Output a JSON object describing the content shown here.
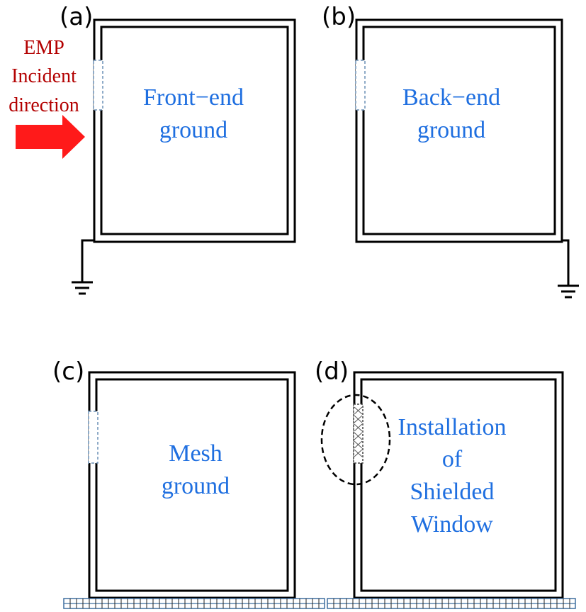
{
  "panels": {
    "a": {
      "label": "(a)",
      "text": [
        "Front−end",
        "ground"
      ]
    },
    "b": {
      "label": "(b)",
      "text": [
        "Back−end",
        "ground"
      ]
    },
    "c": {
      "label": "(c)",
      "text": [
        "Mesh",
        "ground"
      ]
    },
    "d": {
      "label": "(d)",
      "text": [
        "Installation",
        "of",
        "Shielded",
        "Window"
      ]
    }
  },
  "emp": {
    "text": [
      "EMP",
      "Incident",
      "direction"
    ]
  },
  "colors": {
    "ground_text": "#1f6fe0",
    "emp_text": "#b30000",
    "arrow": "#ff1a1a",
    "window_dashed": "#6a8fb5",
    "mesh_line": "#3f6f9f"
  }
}
